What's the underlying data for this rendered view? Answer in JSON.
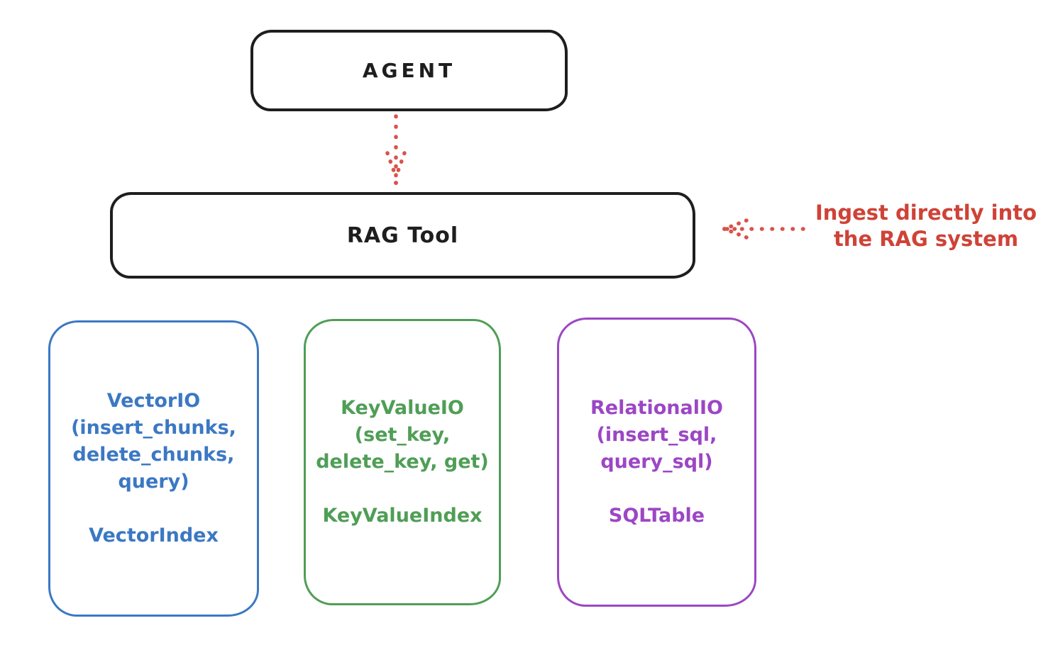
{
  "agent_box": {
    "label": "AGENT"
  },
  "rag_tool_box": {
    "label": "RAG Tool"
  },
  "annotation": {
    "line1": "Ingest directly into",
    "line2": "the RAG system"
  },
  "storage_boxes": [
    {
      "name": "vector-io",
      "color": "#3b78c3",
      "lines": [
        "VectorIO",
        "(insert_chunks,",
        "delete_chunks,",
        "query)",
        "",
        "VectorIndex"
      ]
    },
    {
      "name": "key-value-io",
      "color": "#4f9e56",
      "lines": [
        "KeyValueIO",
        "(set_key,",
        "delete_key, get)",
        "",
        "KeyValueIndex"
      ]
    },
    {
      "name": "relational-io",
      "color": "#9c46c5",
      "lines": [
        "RelationalIO",
        "(insert_sql,",
        "query_sql)",
        "",
        "SQLTable"
      ]
    }
  ],
  "arrows": [
    {
      "name": "agent-to-rag-tool",
      "style": "dotted",
      "direction": "down",
      "color": "#d9534a"
    },
    {
      "name": "annotation-to-rag-tool",
      "style": "dotted",
      "direction": "left",
      "color": "#d9534a"
    }
  ],
  "colors": {
    "stroke": "#1e1e1e",
    "red": "#cf4237",
    "blue": "#3b78c3",
    "green": "#4f9e56",
    "purple": "#9c46c5",
    "background": "#ffffff"
  }
}
